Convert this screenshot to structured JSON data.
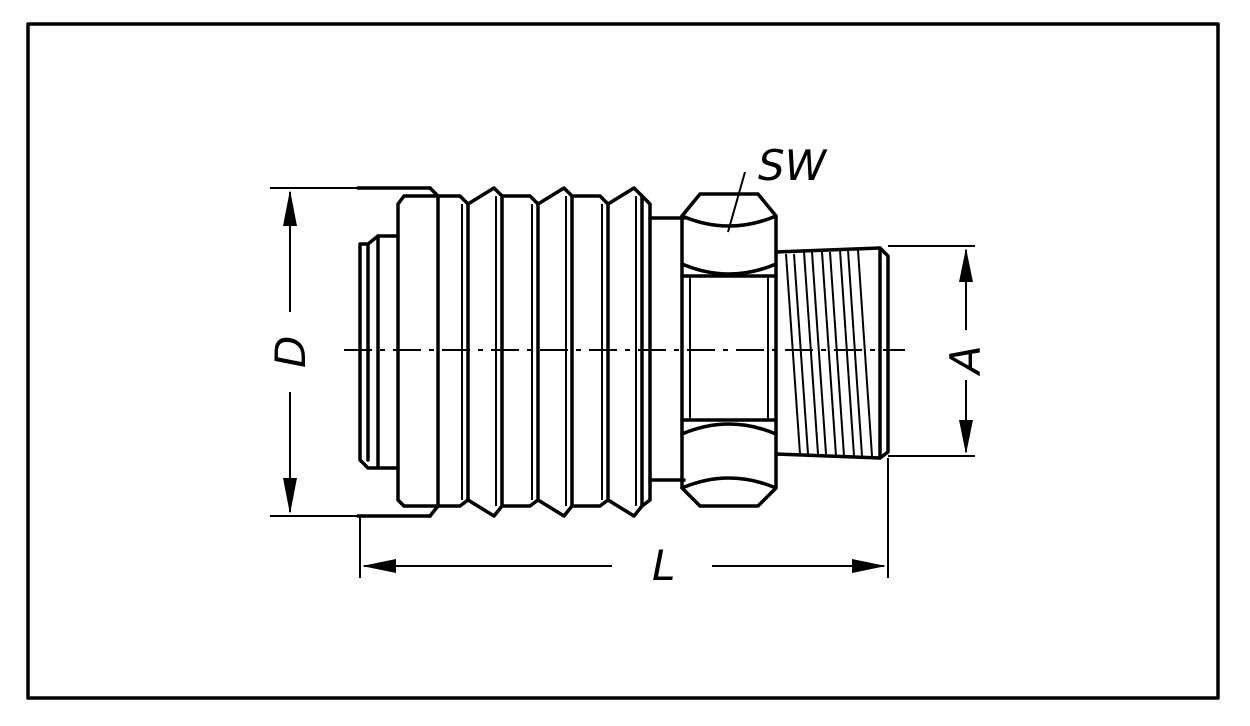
{
  "diagram": {
    "labels": {
      "sw": "SW",
      "d": "D",
      "a": "A",
      "l": "L"
    },
    "colors": {
      "line": "#000000",
      "background": "#ffffff"
    }
  }
}
